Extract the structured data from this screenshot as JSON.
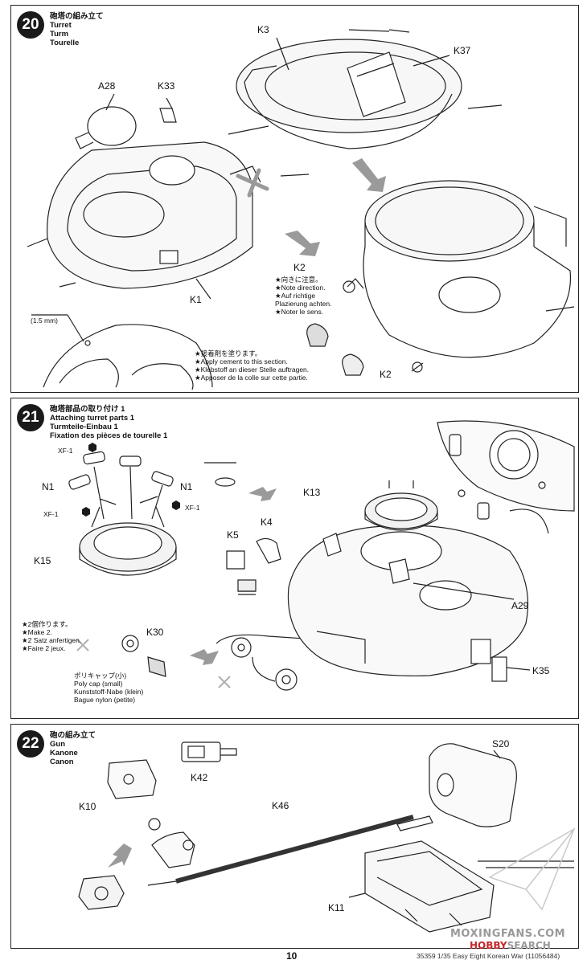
{
  "step20": {
    "number": "20",
    "title": [
      "砲塔の組み立て",
      "Turret",
      "Turm",
      "Tourelle"
    ],
    "labels": {
      "k3": "K3",
      "k37": "K37",
      "a28": "A28",
      "k33": "K33",
      "k1": "K1",
      "k2_top": "K2",
      "k2_bottom": "K2",
      "drill": "(1.5 mm)"
    },
    "direction_note": [
      "★向きに注意。",
      "★Note direction.",
      "★Auf richtige",
      "Plazierung achten.",
      "★Noter le sens."
    ],
    "cement_note": [
      "★接着剤を塗ります。",
      "★Apply cement to this section.",
      "★Klebstoff an dieser Stelle auftragen.",
      "★Apposer de la colle sur cette partie."
    ]
  },
  "step21": {
    "number": "21",
    "title": [
      "砲塔部品の取り付け 1",
      "Attaching turret parts 1",
      "Turmteile-Einbau 1",
      "Fixation des pièces de tourelle 1"
    ],
    "labels": {
      "xf1_a": "XF-1",
      "n1_left": "N1",
      "n1_right": "N1",
      "xf1_b": "XF-1",
      "xf1_c": "XF-1",
      "k15": "K15",
      "k13": "K13",
      "k5": "K5",
      "k4": "K4",
      "a29": "A29",
      "k30": "K30",
      "k35": "K35"
    },
    "make_note": [
      "★2個作ります。",
      "★Make 2.",
      "★2 Satz anfertigen.",
      "★Faire 2 jeux."
    ],
    "polycap_note": [
      "ポリキャップ(小)",
      "Poly cap (small)",
      "Kunststoff-Nabe (klein)",
      "Bague nylon (petite)"
    ]
  },
  "step22": {
    "number": "22",
    "title": [
      "砲の組み立て",
      "Gun",
      "Kanone",
      "Canon"
    ],
    "labels": {
      "k42": "K42",
      "k10": "K10",
      "k46": "K46",
      "s20": "S20",
      "k11": "K11"
    }
  },
  "footer": {
    "page_number": "10",
    "product": "35359 1/35 Easy Eight Korean War (11056484)"
  },
  "watermark": {
    "site": "MOXINGFANS.COM",
    "sub_prefix": "HOBBY",
    "sub_suffix": "SEARCH"
  }
}
